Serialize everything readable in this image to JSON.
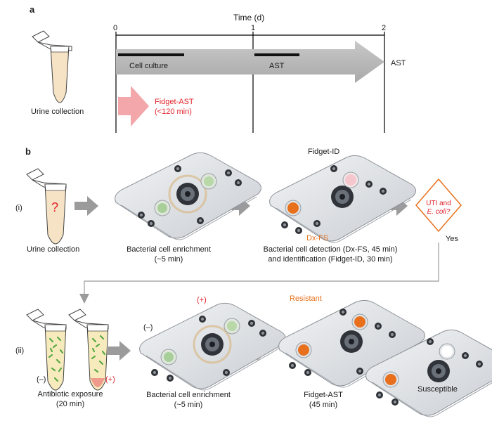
{
  "panel_a": {
    "letter": "a",
    "time_axis_label": "Time (d)",
    "ticks": [
      "0",
      "1",
      "2"
    ],
    "cell_culture_label": "Cell culture",
    "ast_inner_label": "AST",
    "ast_end_label": "AST",
    "urine_label": "Urine collection",
    "fidget_label_line1": "Fidget-AST",
    "fidget_label_line2": "(<120 min)"
  },
  "panel_b": {
    "letter": "b",
    "row_i": "(i)",
    "row_ii": "(ii)",
    "q_mark": "?",
    "urine_label": "Urine collection",
    "enrich_label_line1": "Bacterial cell enrichment",
    "enrich_label_line2": "(~5 min)",
    "fidget_id_label": "Fidget-ID",
    "dxfs_label": "Dx-FS",
    "detect_line1": "Bacterial cell detection (Dx-FS, 45 min)",
    "detect_line2": "and identification (Fidget-ID, 30 min)",
    "diamond_line1": "UTI and",
    "diamond_line2": "E. coli?",
    "yes_label": "Yes",
    "minus_label": "(–)",
    "plus_label": "(+)",
    "antibiotic_line1": "Antibiotic exposure",
    "antibiotic_line2": "(20 min)",
    "enrich2_minus": "(–)",
    "enrich2_plus": "(+)",
    "enrich2_line1": "Bacterial cell enrichment",
    "enrich2_line2": "(~5 min)",
    "resistant_label": "Resistant",
    "susceptible_label": "Susceptible",
    "fidget_ast_line1": "Fidget-AST",
    "fidget_ast_line2": "(45 min)"
  },
  "colors": {
    "red": "#e0242b",
    "orange": "#e8701c",
    "pink_arrow": "#f4a7ab",
    "gray_arrow": "#b5b5b5",
    "urine_fill": "#f6e2c4",
    "green_cells": "#5aa845"
  }
}
